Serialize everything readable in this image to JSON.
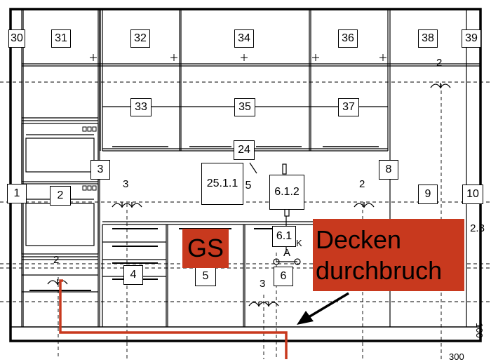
{
  "labels": {
    "l30": "30",
    "l31": "31",
    "l32": "32",
    "l34": "34",
    "l36": "36",
    "l38": "38",
    "l39": "39",
    "l33": "33",
    "l35": "35",
    "l37": "37",
    "l24": "24",
    "l3": "3",
    "l8": "8",
    "l25": "25.1.1",
    "l5a": "5",
    "l612": "6.1.2",
    "l1": "1",
    "l2": "2",
    "l9": "9",
    "l10": "10",
    "l23": "2.3",
    "l61": "6.1",
    "l4": "4",
    "l5": "5",
    "l6": "6"
  },
  "annotations": {
    "n2_top": "2",
    "n3_left": "3",
    "n2_mid": "2",
    "n2_low": "2",
    "n3_low": "3",
    "a": "A",
    "k": "K"
  },
  "callouts": {
    "gs": "GS",
    "decken_line1": "Decken",
    "decken_line2": "durchbruch",
    "color": "#c8391e"
  },
  "edge_text": {
    "dim_right": "100",
    "dim_bottom": "300"
  }
}
